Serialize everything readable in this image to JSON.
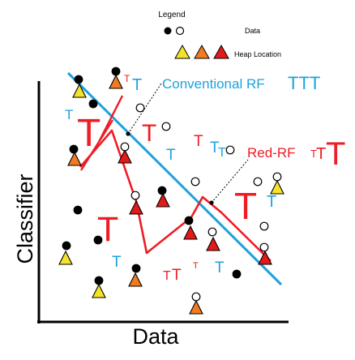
{
  "legend": {
    "title": "Legend",
    "data_label": "Data",
    "heap_label": "Heap Location"
  },
  "axes": {
    "y_label": "Classifier",
    "x_label": "Data"
  },
  "curves": {
    "conventional_label": "Conventional RF",
    "conventional_marks": "TTT",
    "red_label": "Red-RF",
    "red_marks": "T"
  },
  "colors": {
    "conventional": "#1fa2dc",
    "red_rf": "#ee1c24",
    "heap_yellow": "#f3e32a",
    "heap_orange": "#f27a20",
    "heap_red": "#e21a1a",
    "ink": "#000000"
  },
  "t_glyph": "T"
}
